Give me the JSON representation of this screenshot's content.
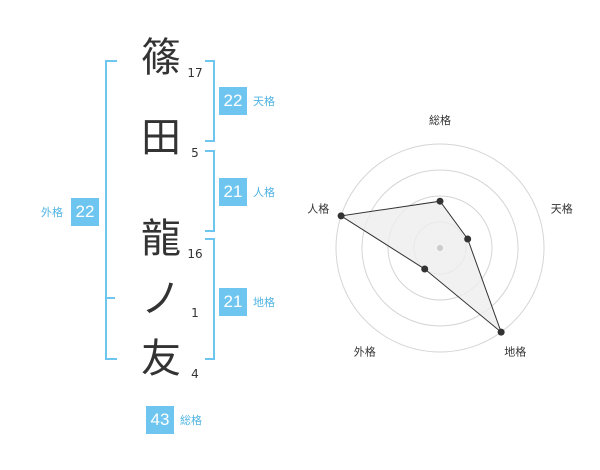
{
  "name": {
    "chars": [
      {
        "char": "篠",
        "strokes": "17"
      },
      {
        "char": "田",
        "strokes": "5"
      },
      {
        "char": "龍",
        "strokes": "16"
      },
      {
        "char": "ノ",
        "strokes": "1"
      },
      {
        "char": "友",
        "strokes": "4"
      }
    ]
  },
  "kakusu": {
    "tenkaku": {
      "value": "22",
      "label": "天格"
    },
    "jinkaku": {
      "value": "21",
      "label": "人格"
    },
    "chikaku": {
      "value": "21",
      "label": "地格"
    },
    "gaikaku": {
      "value": "22",
      "label": "外格"
    },
    "soukaku": {
      "value": "43",
      "label": "総格"
    }
  },
  "chart_data": {
    "type": "radar",
    "axes": [
      "総格",
      "天格",
      "地格",
      "外格",
      "人格"
    ],
    "values": [
      0.45,
      0.28,
      1.0,
      0.25,
      1.0
    ],
    "rings": 4,
    "colors": {
      "line": "#333333",
      "fill": "#eeeeee",
      "grid": "#d5d5d5"
    }
  }
}
